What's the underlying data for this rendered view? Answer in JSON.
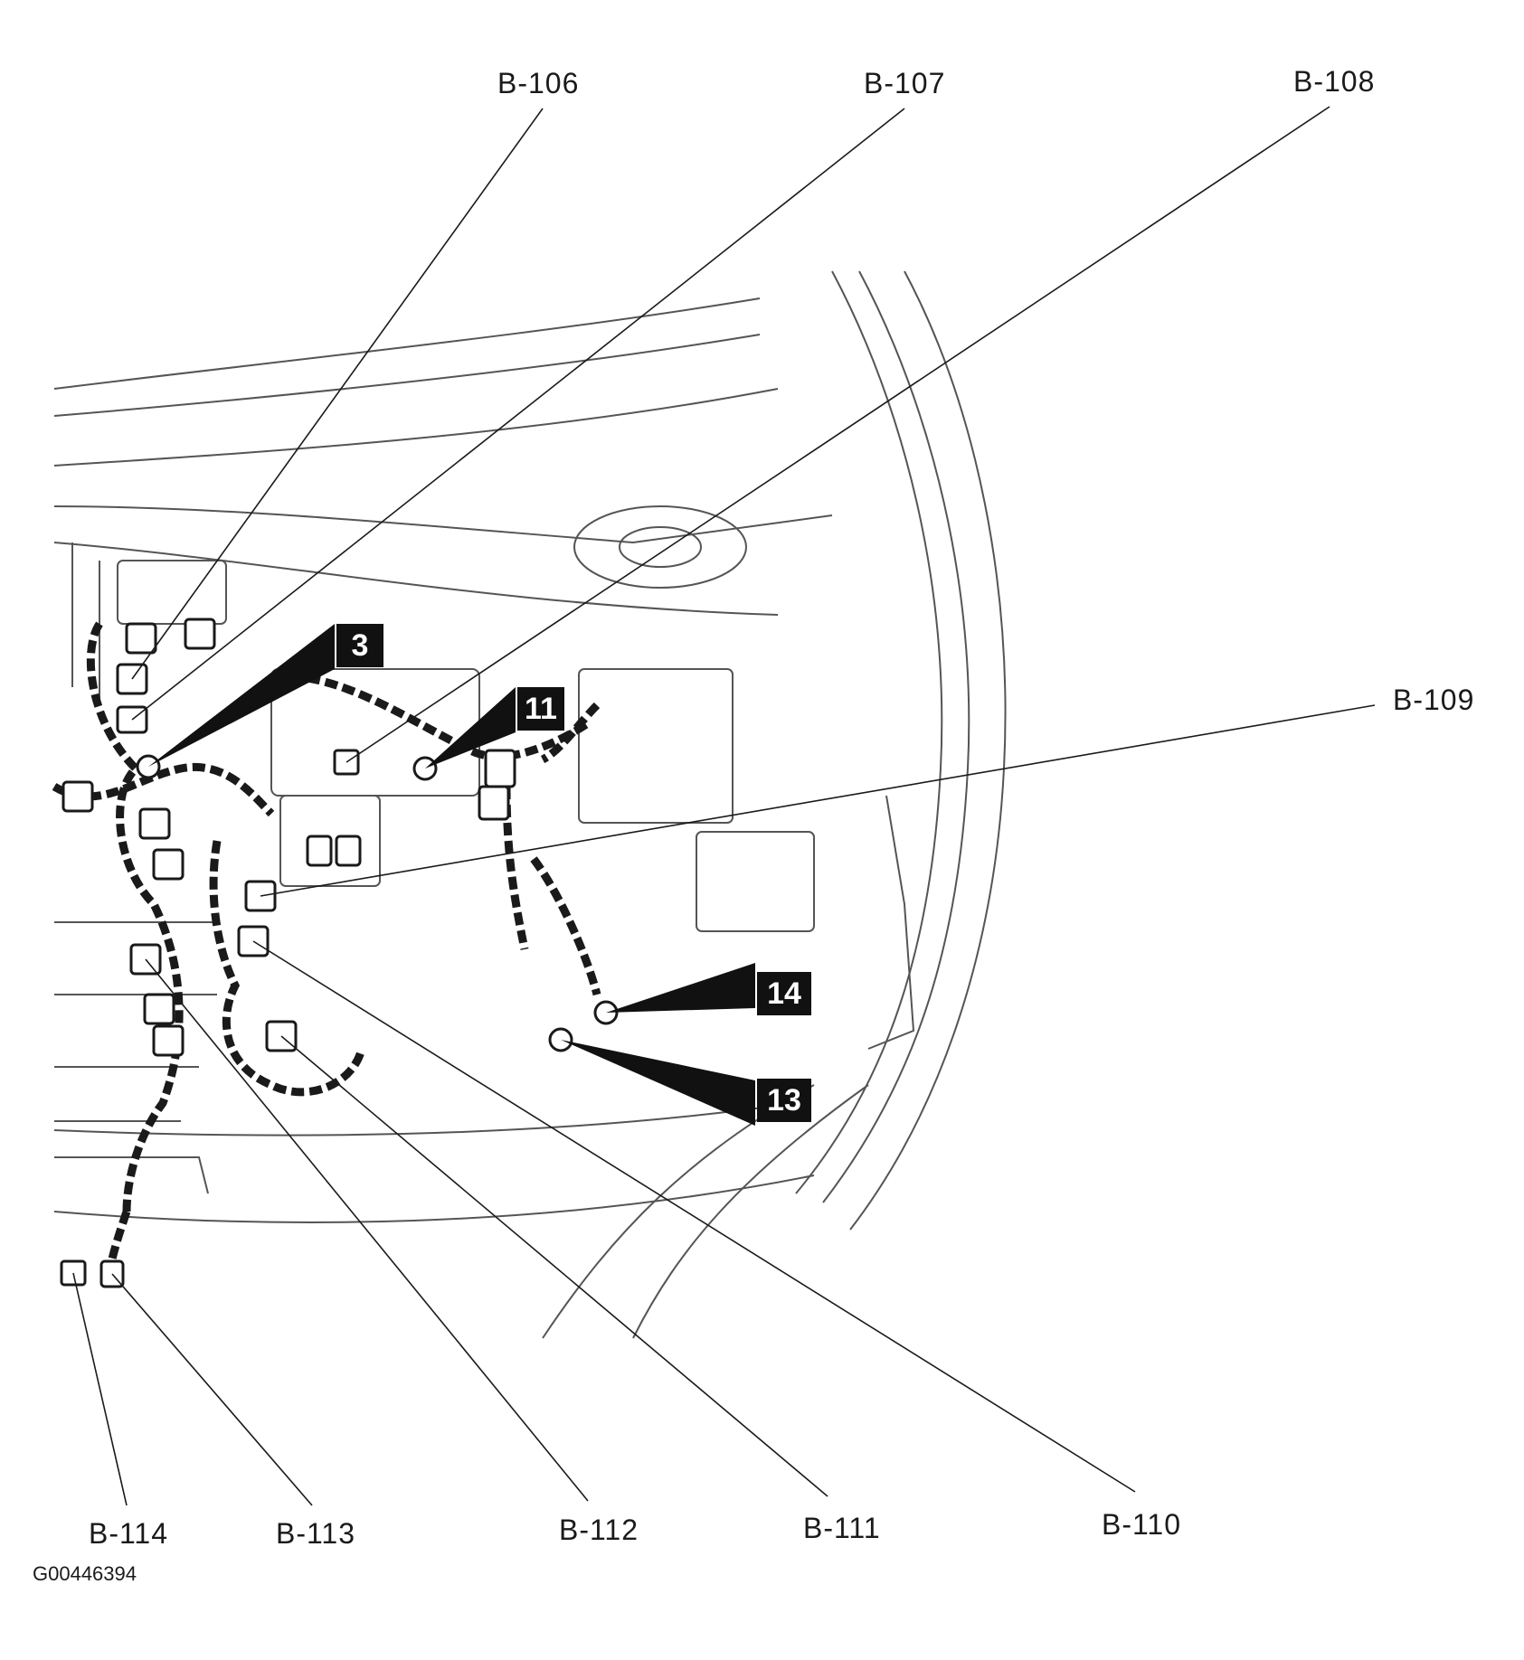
{
  "figure_id": "G00446394",
  "callouts": {
    "b106": "B-106",
    "b107": "B-107",
    "b108": "B-108",
    "b109": "B-109",
    "b110": "B-110",
    "b111": "B-111",
    "b112": "B-112",
    "b113": "B-113",
    "b114": "B-114"
  },
  "ground_markers": {
    "g3": "3",
    "g11": "11",
    "g13": "13",
    "g14": "14"
  },
  "colors": {
    "line": "#1a1a1a",
    "sketch": "#555555",
    "badge_bg": "#111111",
    "badge_text": "#ffffff",
    "background": "#ffffff"
  }
}
